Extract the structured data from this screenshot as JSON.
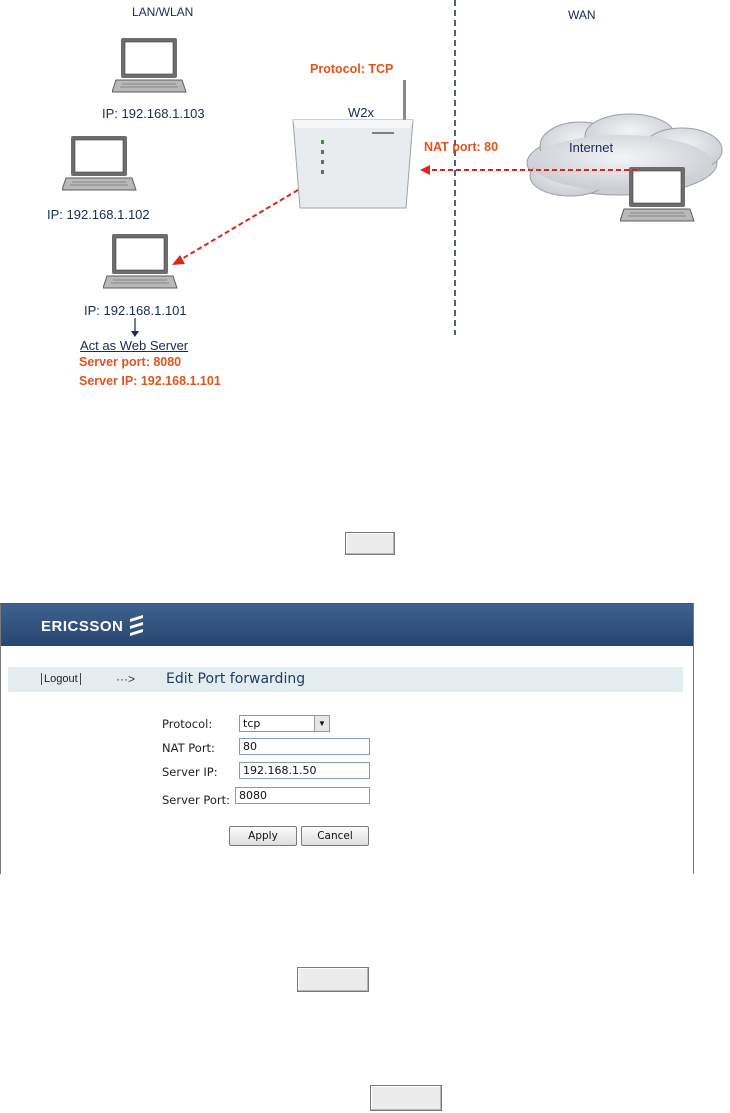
{
  "diagram": {
    "zones": {
      "lan": "LAN/WLAN",
      "wan": "WAN"
    },
    "lan_hosts": [
      {
        "ip_label": "IP: 192.168.1.103"
      },
      {
        "ip_label": "IP: 192.168.1.102"
      },
      {
        "ip_label": "IP: 192.168.1.101"
      }
    ],
    "router": {
      "name": "W2x",
      "protocol": "Protocol: TCP"
    },
    "nat_label": "NAT port: 80",
    "internet_label": "Internet",
    "web_server": {
      "role": "Act as Web Server",
      "server_port": "Server port: 8080",
      "server_ip": "Server IP: 192.168.1.101"
    },
    "colors": {
      "highlight": "#e2531f",
      "arrow": "#d9271c",
      "divider": "#1b2a55"
    }
  },
  "ericsson_ui": {
    "brand": "ERICSSON",
    "nav": {
      "logout": "Logout",
      "arrow": "···>",
      "title": "Edit Port forwarding"
    },
    "form": {
      "protocol_label": "Protocol:",
      "protocol_value": "tcp",
      "nat_port_label": "NAT Port:",
      "nat_port_value": "80",
      "server_ip_label": "Server IP:",
      "server_ip_value": "192.168.1.50",
      "server_port_label": "Server Port:",
      "server_port_value": "8080",
      "apply_label": "Apply",
      "cancel_label": "Cancel"
    },
    "colors": {
      "banner": "#2f4f7b",
      "navbar": "#e3ecef"
    }
  }
}
